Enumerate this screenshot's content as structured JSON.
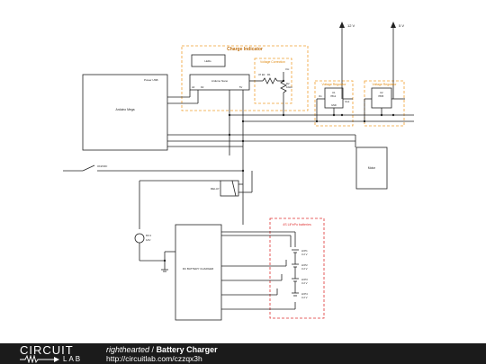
{
  "schematic": {
    "labels": {
      "charge_indicator": "Charge Indicator",
      "voltage_correction": "Voltage Correction",
      "vreg1_title": "Voltage Regulator",
      "vreg2_title": "Voltage Regulator",
      "lifepo_title": "4S LiFePo batteries",
      "out_12v": "12 V",
      "out_5v": "5 V",
      "arduino_mega": "Arduino Mega",
      "arduino_nano": "Arduino Nano",
      "led_box": "LEDs",
      "power_usb": "Power USB",
      "motor": "Motor",
      "on_off": "ON/OFF",
      "relay": "RELAY",
      "charger": "DC BATTERY CHARGER",
      "dc_source": "DC1",
      "dc_source_value": "12V",
      "vreg1_name": "U1",
      "vreg1_value": "7812",
      "vreg2_name": "U2",
      "vreg2_value": "7805",
      "r1": "R1",
      "r1_value": "47 kΩ",
      "r2": "R2",
      "r2_value": "10kΩ",
      "vin": "Vin",
      "gnd": "GND",
      "vout": "Vout",
      "a0": "A0",
      "d2": "D2",
      "vcc": "5V",
      "cell1": "LFP1",
      "cell1_v": "3.2 V",
      "cell2": "LFP2",
      "cell2_v": "3.2 V",
      "cell3": "LFP3",
      "cell3_v": "3.2 V",
      "cell4": "LFP4",
      "cell4_v": "3.2 V",
      "vcc_node": "Vcc"
    }
  },
  "footer": {
    "logo_top": "CIRCUIT",
    "logo_bottom": "LAB",
    "author": "righthearted",
    "separator": " / ",
    "title": "Battery Charger",
    "url": "http://circuitlab.com/czzqx3h"
  },
  "colors": {
    "accent_orange": "#f0a030",
    "accent_red": "#e03030",
    "wire": "#222222",
    "footer_bg": "#1b1b1b"
  }
}
